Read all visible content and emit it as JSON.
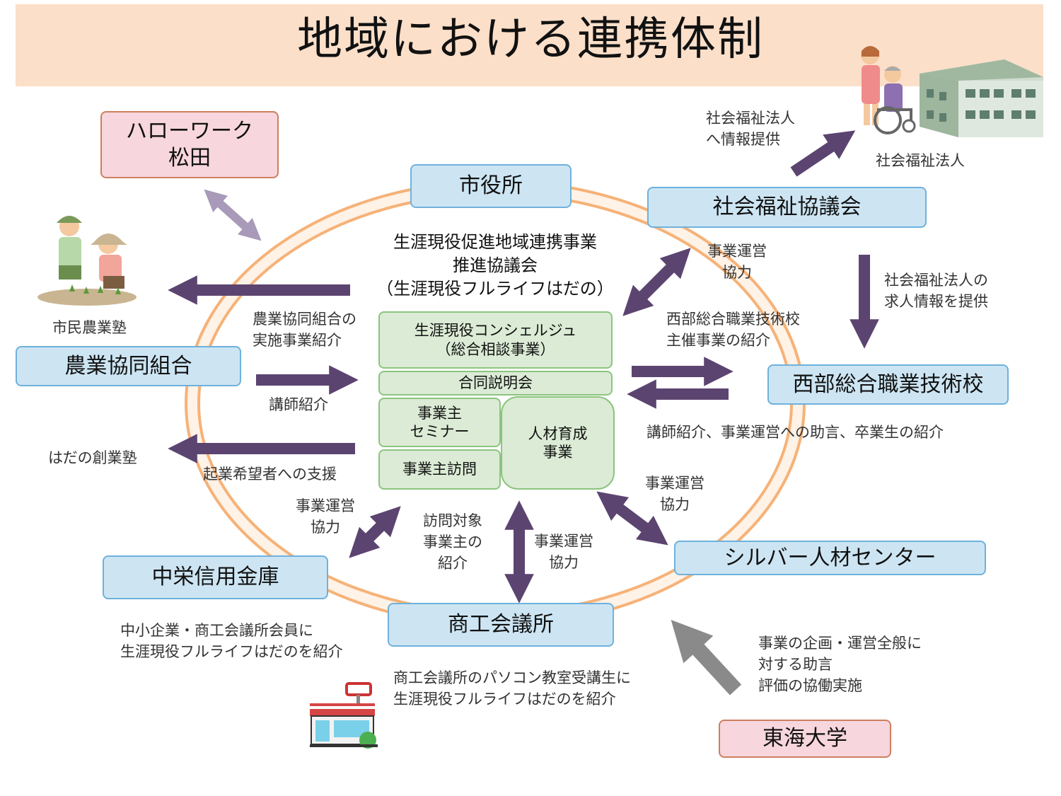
{
  "title": "地域における連携体制",
  "nodes": {
    "hellowork": [
      "ハローワーク",
      "松田"
    ],
    "cityhall": "市役所",
    "shakyo": "社会福祉協議会",
    "nokyo": "農業協同組合",
    "seibu": "西部総合職業技術校",
    "silver": "シルバー人材センター",
    "chuei": "中栄信用金庫",
    "shokokai": "商工会議所",
    "tokai": "東海大学"
  },
  "center": {
    "title": [
      "生涯現役促進地域連携事業",
      "推進協議会",
      "（生涯現役フルライフはだの）"
    ],
    "concierge": [
      "生涯現役コンシェルジュ",
      "（総合相談事業）"
    ],
    "joint": "合同説明会",
    "seminar": [
      "事業主",
      "セミナー"
    ],
    "jinzai": [
      "人材育成",
      "事業"
    ],
    "visit": "事業主訪問"
  },
  "labels": {
    "fukushi_houjin": "社会福祉法人",
    "fukushi_info": [
      "社会福祉法人",
      "へ情報提供"
    ],
    "shimin_nogyo": "市民農業塾",
    "hadano_sogyo": "はだの創業塾",
    "nokyo_intro": [
      "農業協同組合の",
      "実施事業紹介"
    ],
    "koshi_intro": "講師紹介",
    "kigyo_shien": "起業希望者への支援",
    "shakyo_unei": [
      "事業運営",
      "協力"
    ],
    "seibu_shusai": [
      "西部総合職業技術校",
      "主催事業の紹介"
    ],
    "kyujin": [
      "社会福祉法人の",
      "求人情報を提供"
    ],
    "seibu_under": "講師紹介、事業運営への助言、卒業生の紹介",
    "silver_unei": [
      "事業運営",
      "協力"
    ],
    "chuei_unei": [
      "事業運営",
      "協力"
    ],
    "homon_taisho": [
      "訪問対象",
      "事業主の",
      "紹介"
    ],
    "shokokai_unei": [
      "事業運営",
      "協力"
    ],
    "chuei_note": [
      "中小企業・商工会議所会員に",
      "生涯現役フルライフはだのを紹介"
    ],
    "shokokai_note": [
      "商工会議所のパソコン教室受講生に",
      "生涯現役フルライフはだのを紹介"
    ],
    "tokai_note": [
      "事業の企画・運営全般に",
      "対する助言",
      "評価の協働実施"
    ]
  },
  "colors": {
    "ring": "#f4a460",
    "arrow_purple": "#5c4470",
    "arrow_lilac": "#a89ab8",
    "arrow_gray": "#8a8a8a"
  }
}
